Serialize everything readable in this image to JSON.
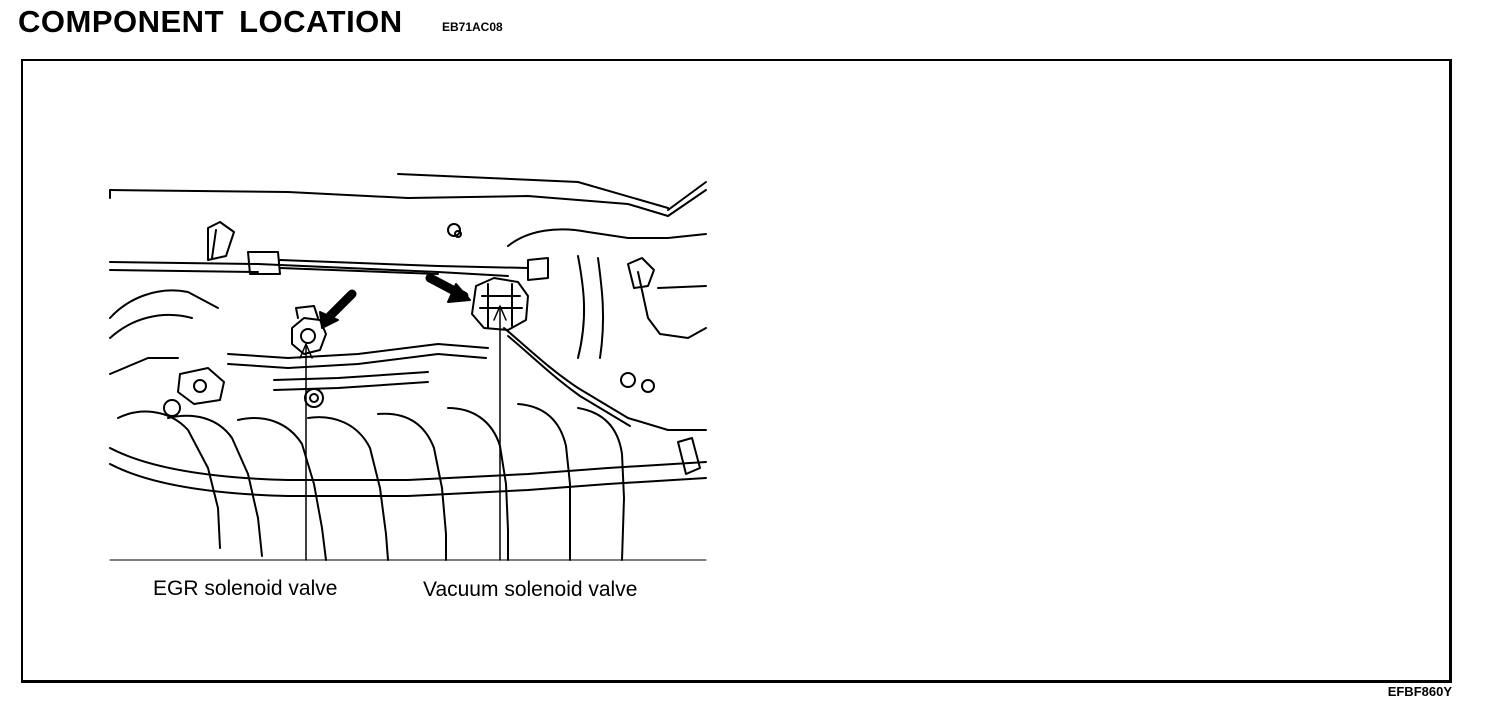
{
  "header": {
    "title": "COMPONENT LOCATION",
    "code": "EB71AC08"
  },
  "figure": {
    "labels": {
      "egr": "EGR solenoid valve",
      "vacuum": "Vacuum solenoid valve"
    },
    "figure_code": "EFBF860Y"
  }
}
